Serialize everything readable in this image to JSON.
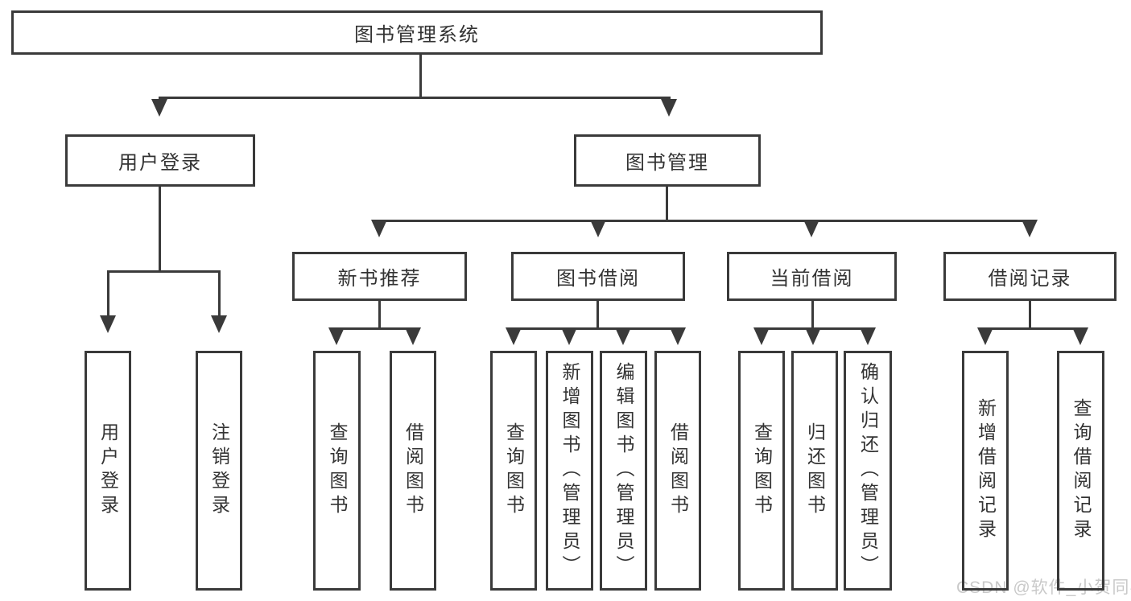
{
  "diagram": {
    "root": {
      "label": "图书管理系统"
    },
    "branches": [
      {
        "label": "用户登录",
        "children": [
          {
            "label": "用户登录"
          },
          {
            "label": "注销登录"
          }
        ]
      },
      {
        "label": "图书管理",
        "children": [
          {
            "label": "新书推荐",
            "children": [
              {
                "label": "查询图书"
              },
              {
                "label": "借阅图书"
              }
            ]
          },
          {
            "label": "图书借阅",
            "children": [
              {
                "label": "查询图书"
              },
              {
                "label": "新增图书（管理员）"
              },
              {
                "label": "编辑图书（管理员）"
              },
              {
                "label": "借阅图书"
              }
            ]
          },
          {
            "label": "当前借阅",
            "children": [
              {
                "label": "查询图书"
              },
              {
                "label": "归还图书"
              },
              {
                "label": "确认归还（管理员）"
              }
            ]
          },
          {
            "label": "借阅记录",
            "children": [
              {
                "label": "新增借阅记录"
              },
              {
                "label": "查询借阅记录"
              }
            ]
          }
        ]
      }
    ]
  },
  "watermark": {
    "text": "CSDN @软件_小贺同学"
  },
  "colors": {
    "line": "#3a3a3a",
    "text": "#333333",
    "background": "#ffffff",
    "watermark": "#c9c9c9"
  }
}
